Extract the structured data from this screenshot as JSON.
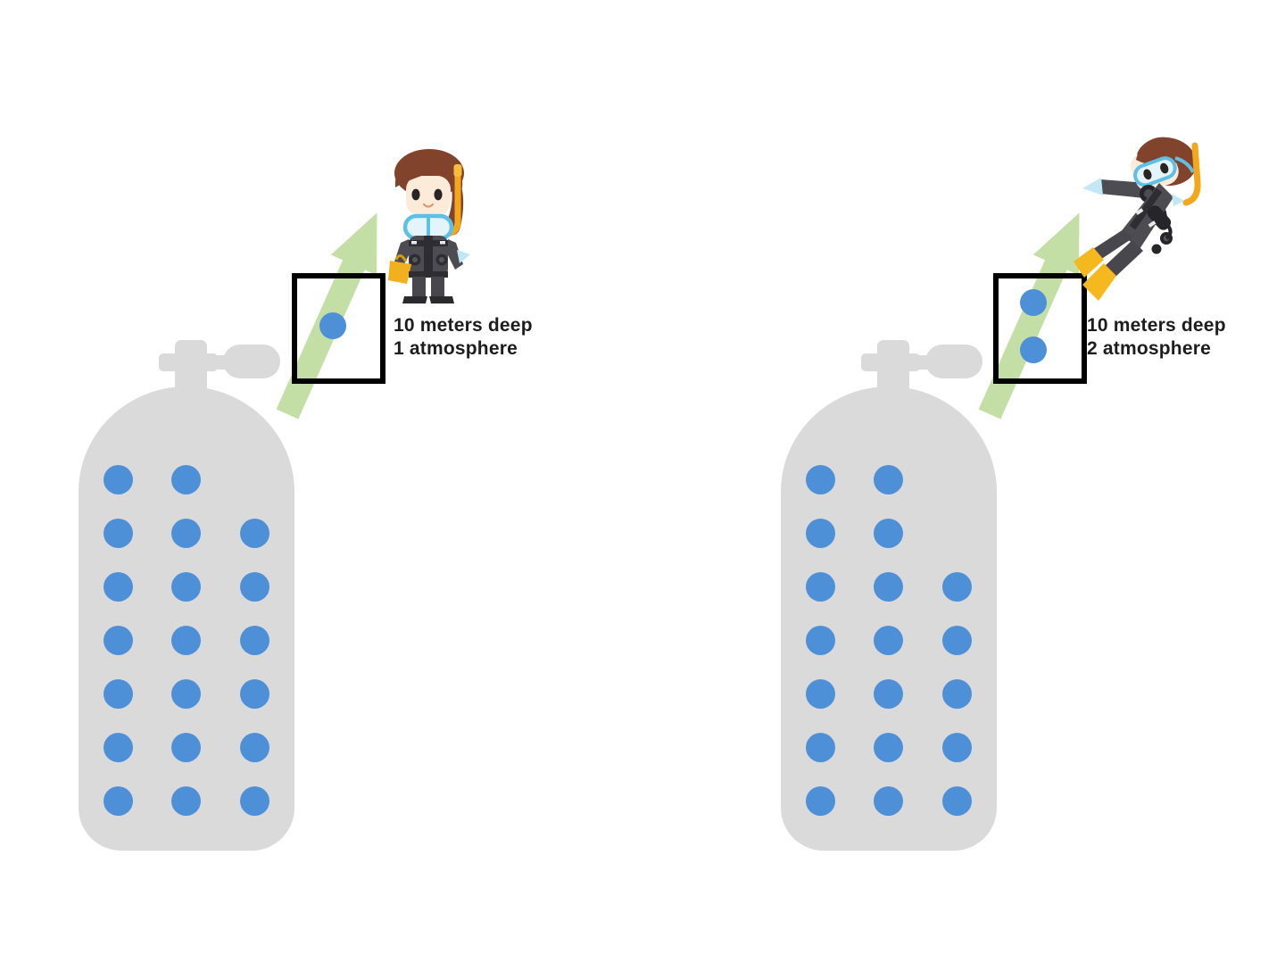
{
  "panels": [
    {
      "name": "one-atmosphere",
      "depth_label": "10 meters deep",
      "pressure_label": "1 atmosphere",
      "bubbles_in_box": 1,
      "tank_bubble_rows": [
        2,
        3,
        3,
        3,
        3,
        3,
        3
      ],
      "diver_pose": "standing snorkeler holding yellow bag"
    },
    {
      "name": "two-atmosphere",
      "depth_label": "10 meters deep",
      "pressure_label": "2 atmosphere",
      "bubbles_in_box": 2,
      "tank_bubble_rows": [
        2,
        2,
        3,
        3,
        3,
        3,
        3
      ],
      "diver_pose": "swimming diver with regulator and fins"
    }
  ],
  "colors": {
    "tank": "#dadada",
    "bubble": "#4e90d8",
    "arrow": "#c3dfa6",
    "box_border": "#000000",
    "ink": "#1d1d1f",
    "diver_hair": "#82432c",
    "diver_suit": "#4c4c52",
    "diver_accent_yellow": "#f2b01f",
    "diver_mask_cyan": "#5fc0e7"
  }
}
